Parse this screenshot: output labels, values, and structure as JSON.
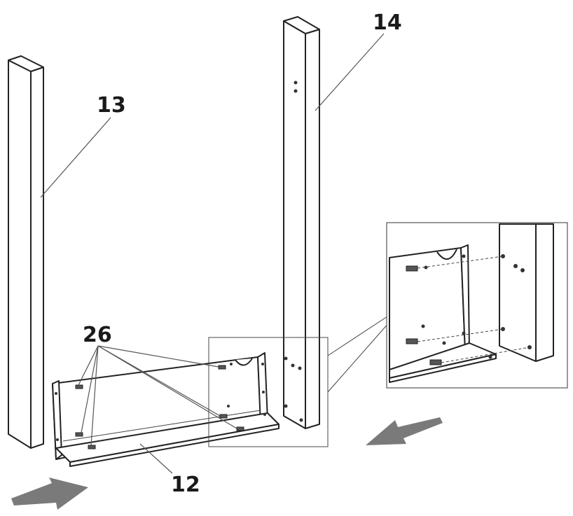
{
  "parts": {
    "left_post": "13",
    "right_post": "14",
    "base_panel": "12",
    "screws": "26"
  },
  "colors": {
    "line": "#222222",
    "arrow": "#7a7a7a",
    "background": "#ffffff"
  }
}
